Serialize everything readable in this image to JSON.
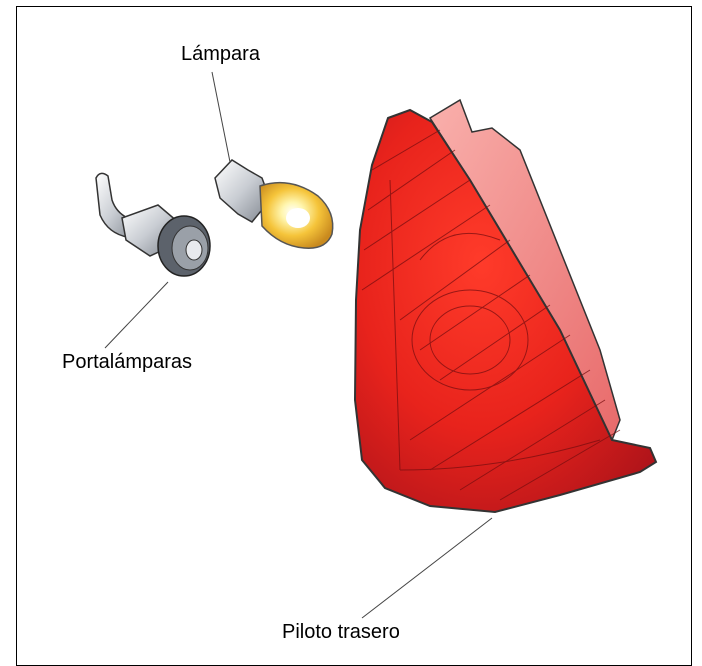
{
  "labels": {
    "lamp": "Lámpara",
    "holder": "Portalámparas",
    "tail_light": "Piloto trasero"
  },
  "colors": {
    "lens_red": "#e8231c",
    "lens_dark": "#b0141a",
    "lens_pink": "#f48a8a",
    "bulb_glow": "#f5d24a",
    "metal": "#c9cdd3"
  }
}
